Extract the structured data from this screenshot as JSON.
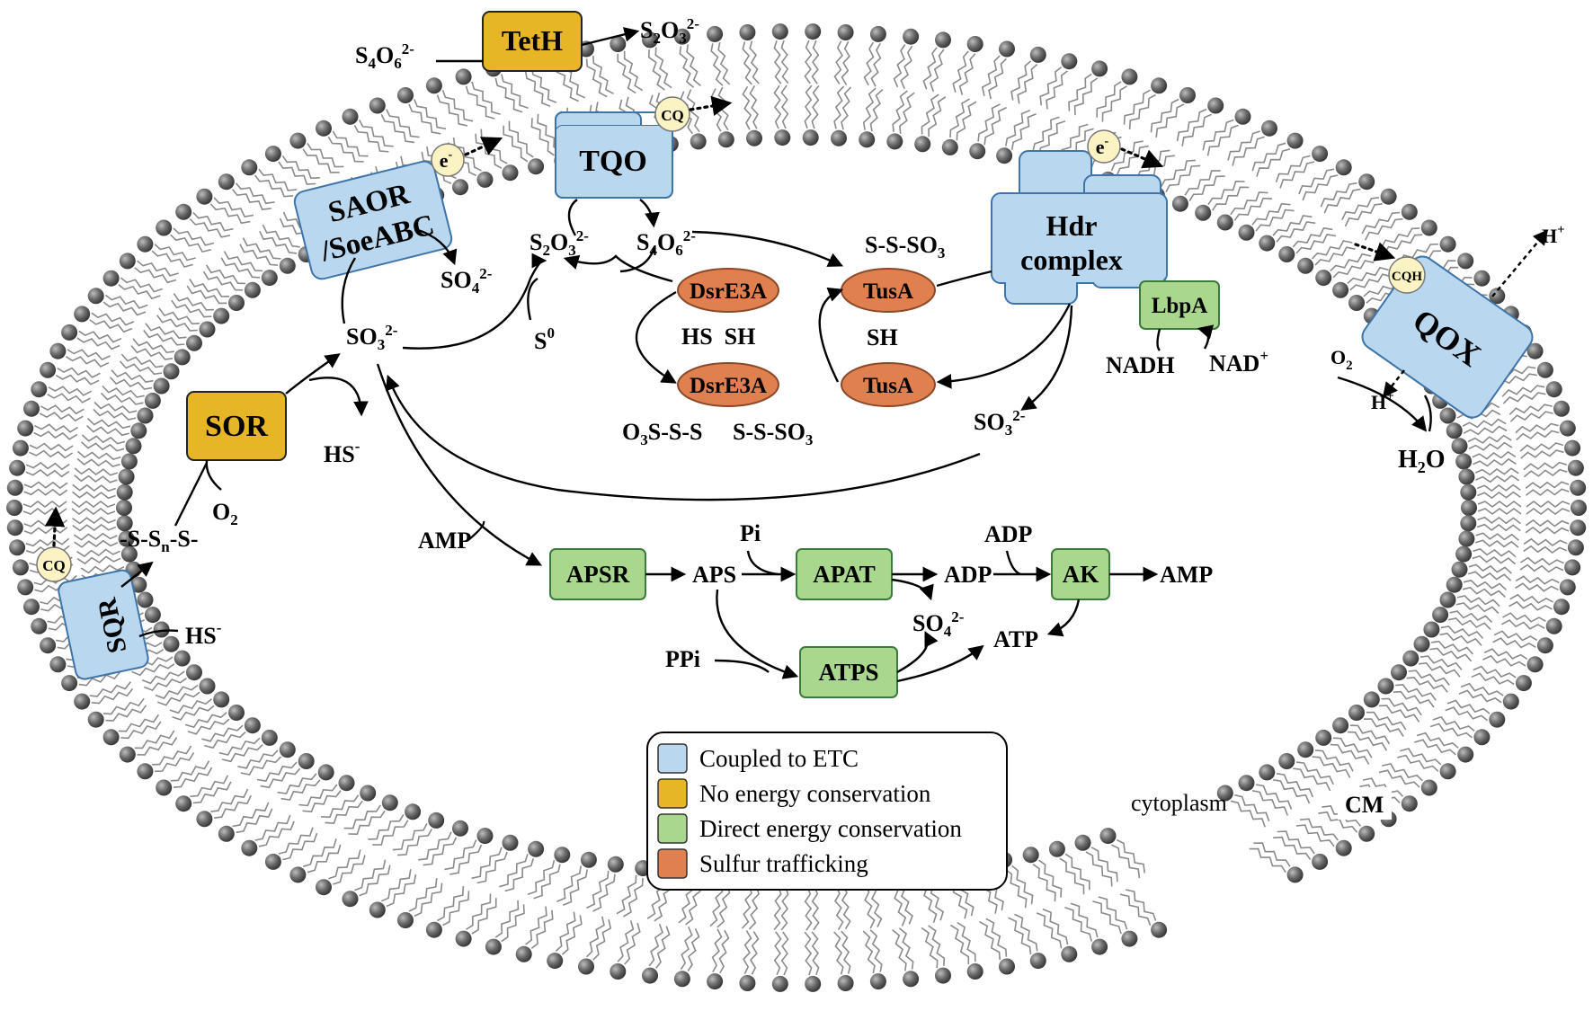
{
  "colors": {
    "etc_blue": "#b9d7ef",
    "no_energy_yellow": "#e6b627",
    "direct_green": "#a9d78d",
    "trafficking_orange": "#e0804f",
    "lipid_head": "#5a5a5a",
    "quinone": "#fbf3c3"
  },
  "enzymes": {
    "teth": "TetH",
    "tqo": "TQO",
    "saor_line1": "SAOR",
    "saor_line2": "/SoeABC",
    "hdr_line1": "Hdr",
    "hdr_line2": "complex",
    "qox": "QOX",
    "sor": "SOR",
    "sqr": "SQR",
    "lbpa": "LbpA",
    "dsre3a_top": "DsrE3A",
    "dsre3a_bottom": "DsrE3A",
    "tusa_top": "TusA",
    "tusa_bottom": "TusA",
    "apsr": "APSR",
    "apat": "APAT",
    "atps": "ATPS",
    "ak": "AK"
  },
  "carriers": {
    "electron": "e",
    "electron_sup": "-",
    "cq": "CQ",
    "cqh": "CQH"
  },
  "metabolites": {
    "tetrathionate_outside": "S4O62-",
    "thiosulfate_outside": "S2O32-",
    "thiosulfate": "S2O32-",
    "tetrathionate": "S4O62-",
    "sulfate_saor": "SO42-",
    "sulfite_main": "SO32-",
    "sulfite_hdr": "SO32-",
    "sulfur": "S0",
    "hs_sor": "HS-",
    "hs_sqr": "HS-",
    "o2_sor": "O2",
    "polysulfide": "-S-Sn-S-",
    "dsre_bound": "HS  SH",
    "dsre_sulfonated_left": "O3S-S-S",
    "dsre_sulfonated_right": "S-S-SO3",
    "tusa_sulfonated": "S-S-SO3",
    "tusa_sh": "SH",
    "nadh": "NADH",
    "nad": "NAD+",
    "h_out": "H+",
    "h_in": "H+",
    "o2_qox": "O2",
    "water": "H2O",
    "amp_in": "AMP",
    "aps": "APS",
    "pi": "Pi",
    "adp_1": "ADP",
    "adp_2": "ADP",
    "amp_out": "AMP",
    "sulfate_apat": "SO42-",
    "atp": "ATP",
    "ppi": "PPi"
  },
  "compartments": {
    "cytoplasm": "cytoplasm",
    "membrane": "CM"
  },
  "legend": {
    "items": [
      {
        "label": "Coupled to ETC",
        "color": "#b9d7ef"
      },
      {
        "label": "No energy conservation",
        "color": "#e6b627"
      },
      {
        "label": "Direct energy conservation",
        "color": "#a9d78d"
      },
      {
        "label": "Sulfur trafficking",
        "color": "#e0804f"
      }
    ]
  }
}
